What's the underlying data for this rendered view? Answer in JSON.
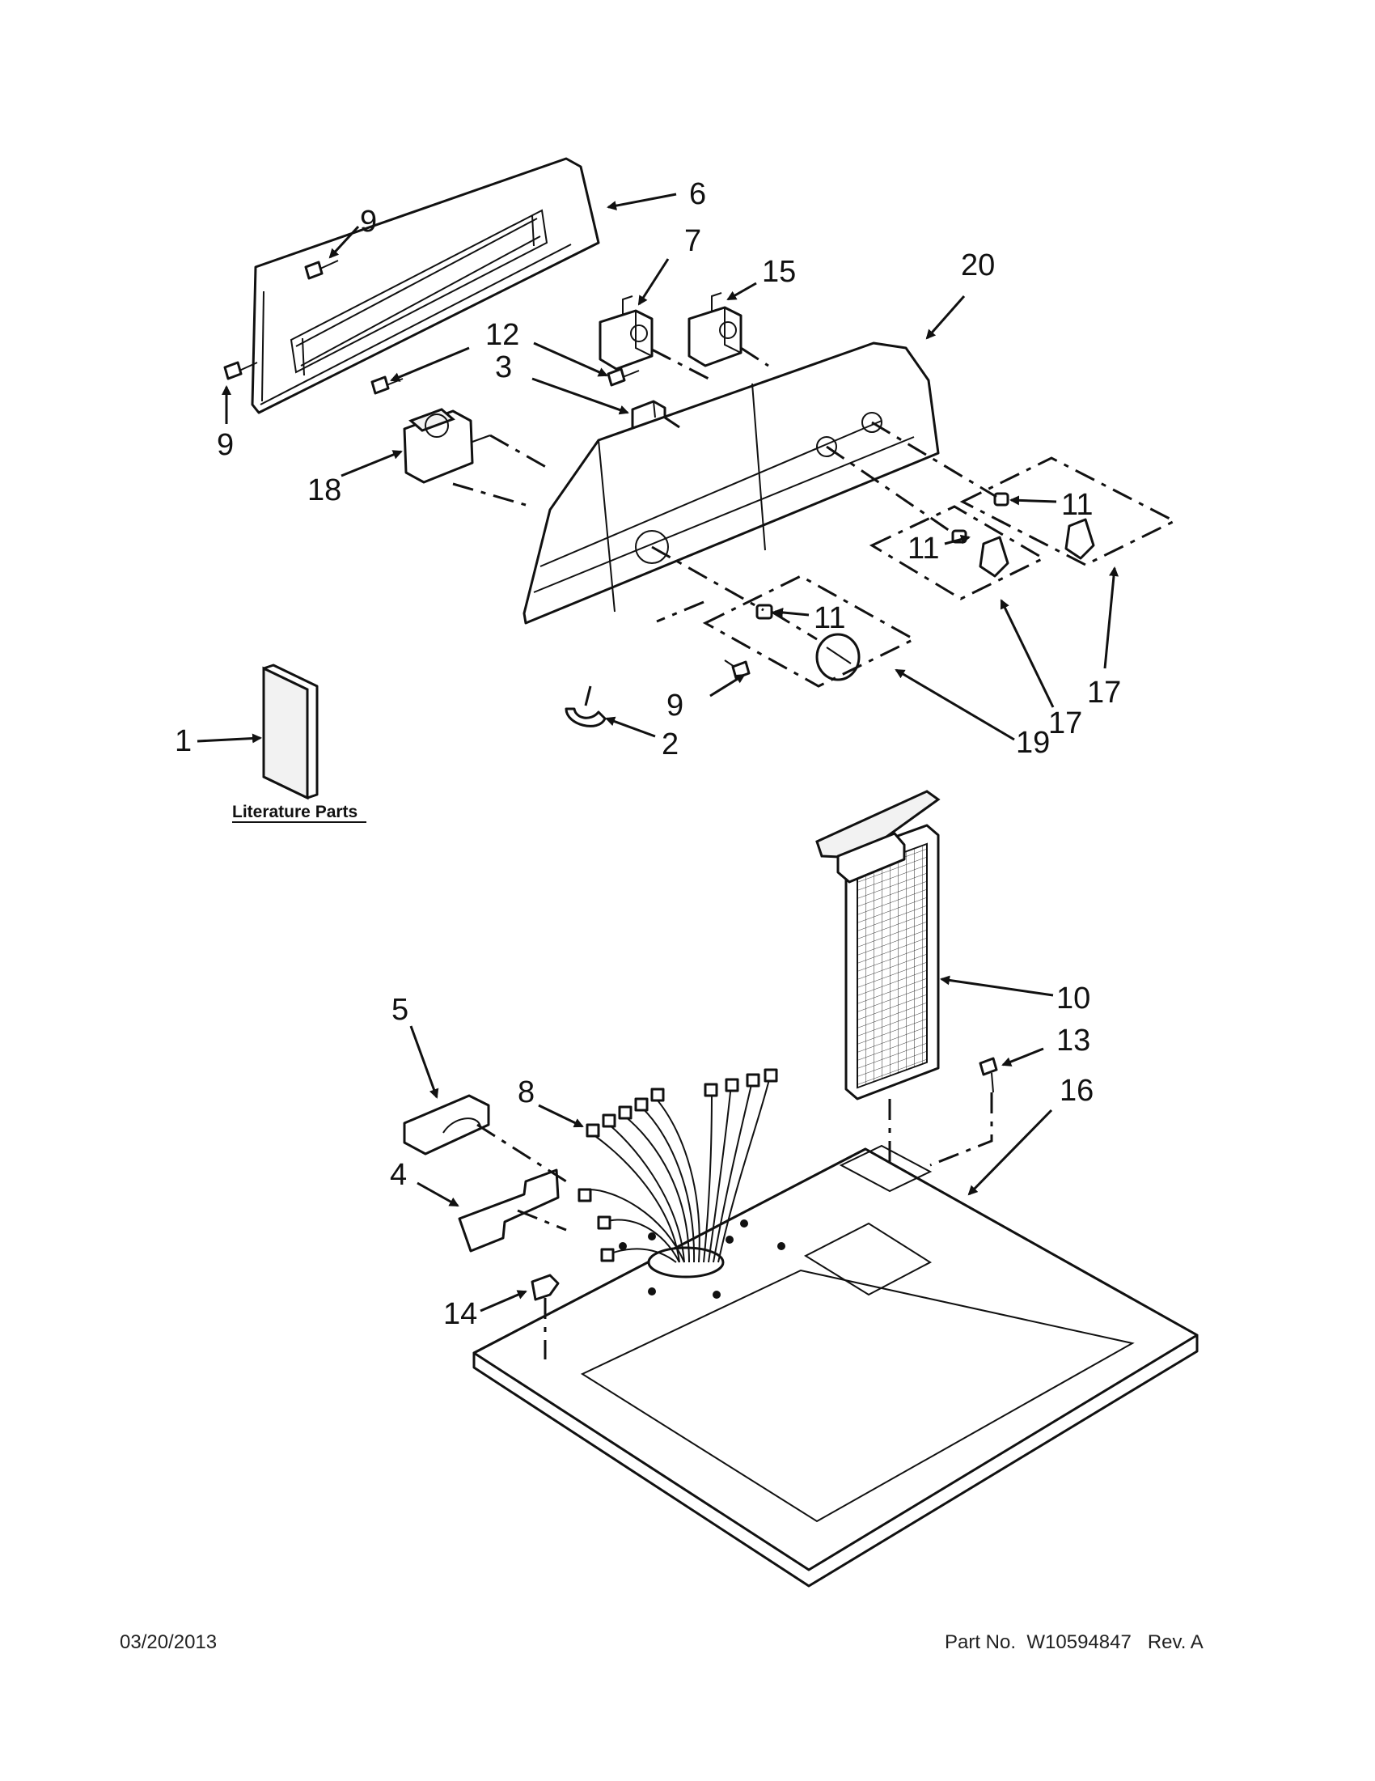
{
  "callouts": [
    "1",
    "2",
    "3",
    "4",
    "5",
    "6",
    "7",
    "8",
    "9",
    "9",
    "9",
    "10",
    "11",
    "11",
    "11",
    "12",
    "13",
    "14",
    "15",
    "16",
    "17",
    "17",
    "18",
    "19",
    "20"
  ],
  "literature_label": "Literature Parts",
  "footer": {
    "date": "03/20/2013",
    "part_no_label": "Part No.",
    "part_no": "W10594847",
    "rev": "Rev. A"
  }
}
